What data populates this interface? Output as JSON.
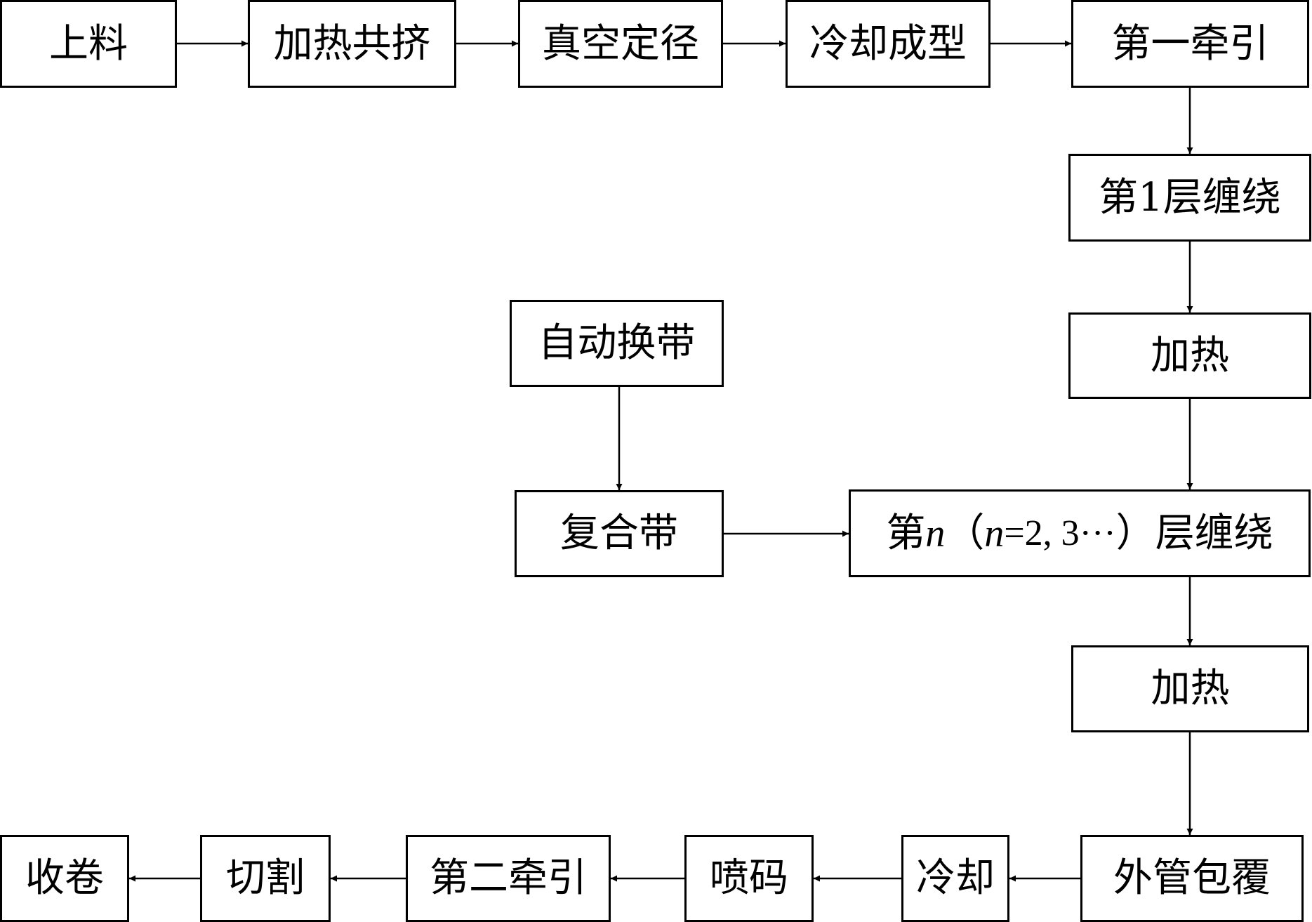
{
  "steps": {
    "feed": "上料",
    "heat_coextrude": "加热共挤",
    "vacuum_sizing": "真空定径",
    "cool_forming": "冷却成型",
    "first_traction": "第一牵引",
    "layer1_winding": "第1层缠绕",
    "heat_1": "加热",
    "auto_tape_change": "自动换带",
    "composite_tape": "复合带",
    "layer_n_winding": {
      "prefix": "第",
      "var": "n",
      "open": "（",
      "var2": "n",
      "values": "=2, 3···",
      "close": "）",
      "suffix": "层缠绕"
    },
    "heat_2": "加热",
    "outer_coating": "外管包覆",
    "cool": "冷却",
    "inkjet": "喷码",
    "second_traction": "第二牵引",
    "cutting": "切割",
    "winding_up": "收卷"
  },
  "connections": [
    [
      "feed",
      "heat_coextrude"
    ],
    [
      "heat_coextrude",
      "vacuum_sizing"
    ],
    [
      "vacuum_sizing",
      "cool_forming"
    ],
    [
      "cool_forming",
      "first_traction"
    ],
    [
      "first_traction",
      "layer1_winding"
    ],
    [
      "layer1_winding",
      "heat_1"
    ],
    [
      "heat_1",
      "layer_n_winding"
    ],
    [
      "auto_tape_change",
      "composite_tape"
    ],
    [
      "composite_tape",
      "layer_n_winding"
    ],
    [
      "layer_n_winding",
      "heat_2"
    ],
    [
      "heat_2",
      "outer_coating"
    ],
    [
      "outer_coating",
      "cool"
    ],
    [
      "cool",
      "inkjet"
    ],
    [
      "inkjet",
      "second_traction"
    ],
    [
      "second_traction",
      "cutting"
    ],
    [
      "cutting",
      "winding_up"
    ]
  ],
  "colors": {
    "stroke": "#000000",
    "fill": "#ffffff"
  }
}
